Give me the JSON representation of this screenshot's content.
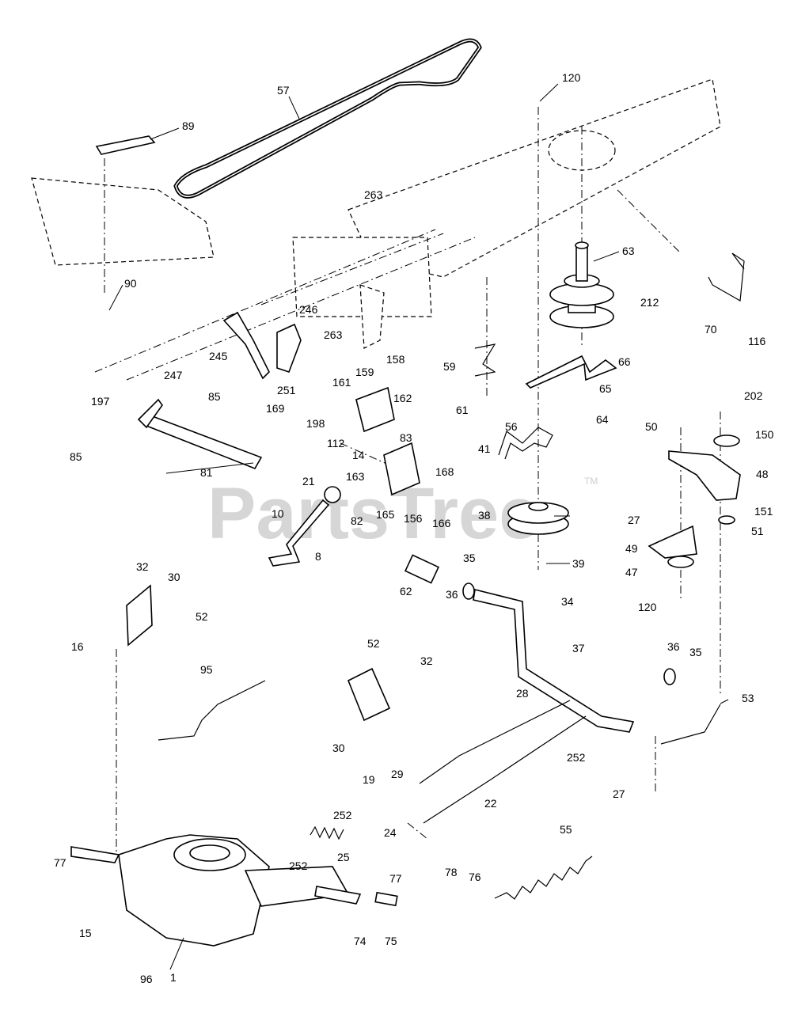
{
  "watermark": {
    "text": "PartsTree",
    "trademark": "TM"
  },
  "callouts": [
    "1",
    "8",
    "10",
    "14",
    "15",
    "16",
    "19",
    "21",
    "22",
    "24",
    "25",
    "27",
    "27",
    "28",
    "29",
    "30",
    "30",
    "32",
    "32",
    "34",
    "35",
    "35",
    "36",
    "36",
    "37",
    "38",
    "39",
    "41",
    "47",
    "48",
    "49",
    "50",
    "51",
    "52",
    "52",
    "53",
    "55",
    "56",
    "57",
    "59",
    "61",
    "62",
    "63",
    "64",
    "65",
    "66",
    "70",
    "74",
    "75",
    "76",
    "77",
    "77",
    "78",
    "81",
    "82",
    "83",
    "85",
    "85",
    "89",
    "90",
    "95",
    "96",
    "112",
    "116",
    "120",
    "120",
    "150",
    "151",
    "156",
    "158",
    "159",
    "161",
    "162",
    "163",
    "165",
    "166",
    "168",
    "169",
    "197",
    "198",
    "202",
    "212",
    "245",
    "246",
    "247",
    "251",
    "252",
    "252",
    "252",
    "263",
    "263"
  ]
}
